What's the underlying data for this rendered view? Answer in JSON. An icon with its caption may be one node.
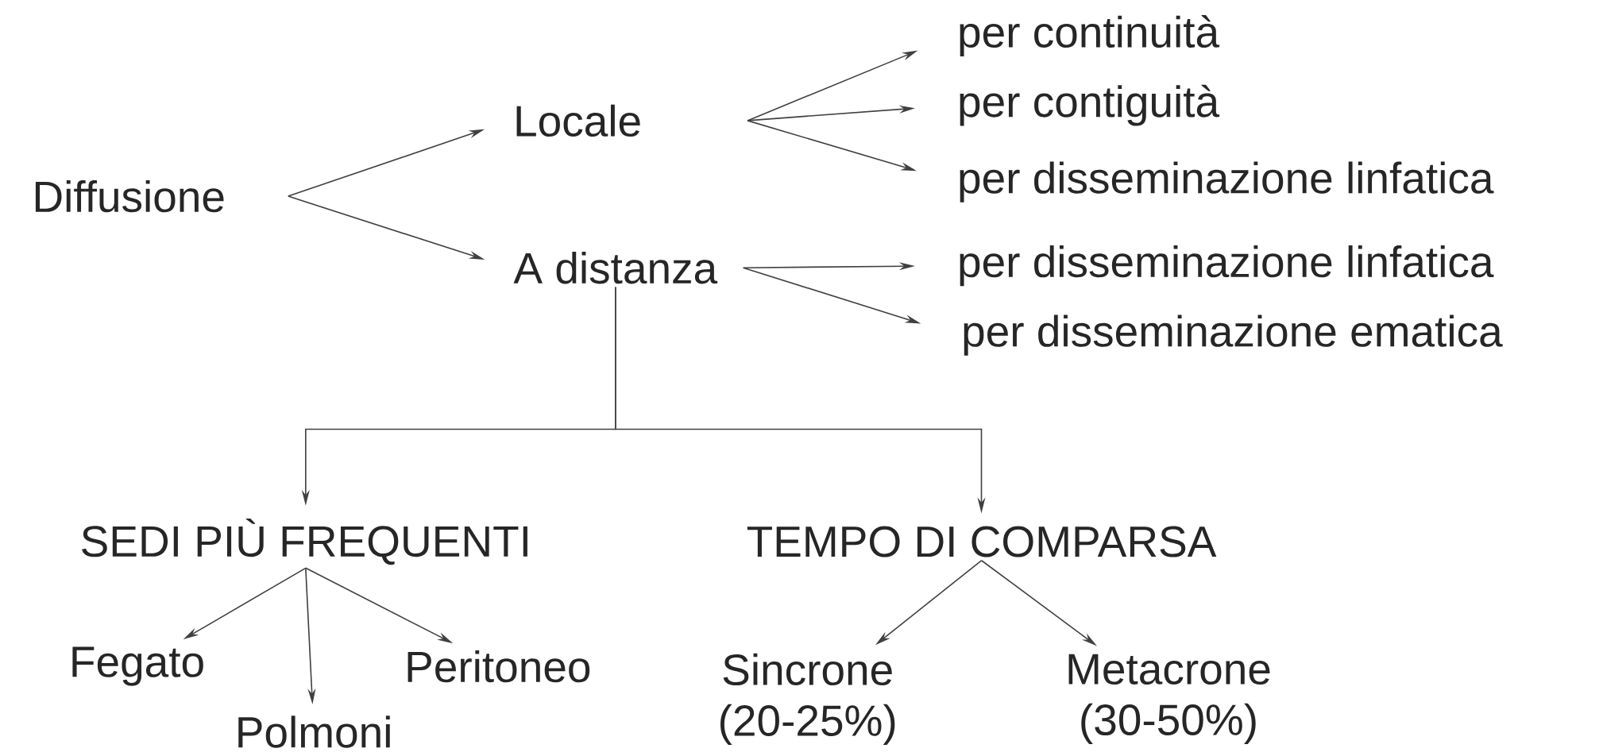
{
  "diagram": {
    "nodes": [
      {
        "text": [
          "Diffusione"
        ]
      },
      {
        "text": [
          "Locale"
        ]
      },
      {
        "text": [
          "A distanza"
        ]
      },
      {
        "text": [
          "per continuità"
        ]
      },
      {
        "text": [
          "per contiguità"
        ]
      },
      {
        "text": [
          "per disseminazione linfatica"
        ]
      },
      {
        "text": [
          "per disseminazione linfatica"
        ]
      },
      {
        "text": [
          "per disseminazione ematica"
        ]
      },
      {
        "text": [
          "SEDI PIÙ FREQUENTI"
        ]
      },
      {
        "text": [
          "TEMPO DI COMPARSA"
        ]
      },
      {
        "text": [
          "Fegato"
        ]
      },
      {
        "text": [
          "Polmoni"
        ]
      },
      {
        "text": [
          "Peritoneo"
        ]
      },
      {
        "text": [
          "Sincrone (20-25%)"
        ]
      },
      {
        "text": [
          "Metacrone (30-50%)"
        ]
      }
    ],
    "edges": [
      {
        "from": 0,
        "to": 1,
        "arrow": "to"
      },
      {
        "from": 0,
        "to": 2,
        "arrow": "to"
      },
      {
        "from": 1,
        "to": 3,
        "arrow": "to"
      },
      {
        "from": 1,
        "to": 4,
        "arrow": "to"
      },
      {
        "from": 1,
        "to": 5,
        "arrow": "to"
      },
      {
        "from": 2,
        "to": 6,
        "arrow": "to"
      },
      {
        "from": 2,
        "to": 7,
        "arrow": "to"
      },
      {
        "from": 2,
        "to": 8,
        "arrow": "to"
      },
      {
        "from": 2,
        "to": 9,
        "arrow": "to"
      },
      {
        "from": 8,
        "to": 10,
        "arrow": "to"
      },
      {
        "from": 8,
        "to": 11,
        "arrow": "to"
      },
      {
        "from": 8,
        "to": 12,
        "arrow": "to"
      },
      {
        "from": 9,
        "to": 13,
        "arrow": "to"
      },
      {
        "from": 9,
        "to": 14,
        "arrow": "to"
      }
    ]
  }
}
